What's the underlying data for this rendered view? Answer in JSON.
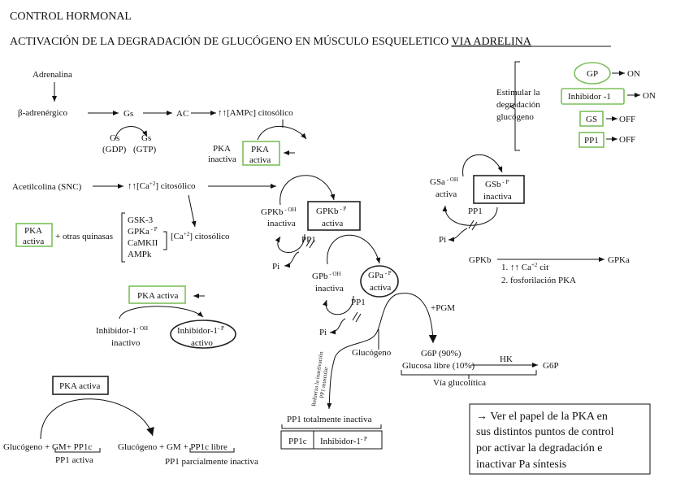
{
  "header": {
    "title": "CONTROL HORMONAL",
    "subtitle": "ACTIVACIÓN DE LA DEGRADACIÓN  DE GLUCÓGENO EN MÚSCULO ESQUELETICO ",
    "subtitle_link": "VIA ADRELINA"
  },
  "signal": {
    "adrenalina": "Adrenalina",
    "beta": "β-adrenérgico",
    "gs": "Gs",
    "ac": "AC",
    "ampc": "↑↑[AMPc] citosólico",
    "gs_gdp": [
      "Gs",
      "(GDP)"
    ],
    "gs_gtp": [
      "Gs",
      "(GTP)"
    ],
    "pka_inactiva": [
      "PKA",
      "inactiva"
    ],
    "pka_activa": [
      "PKA",
      "activa"
    ],
    "acetilcolina": "Acetilcolina (SNC)",
    "ca": "↑↑[Ca",
    "ca_sup": "+2",
    "ca_rest": "] citosólico"
  },
  "kinases": {
    "pka": [
      "PKA",
      "activa"
    ],
    "otras": "+ otras quinasas",
    "list": [
      "GSK-3",
      "GPKa",
      "CaMKII",
      "AMPk"
    ],
    "gpka_sup": " - P",
    "ca": "[Ca",
    "ca_sup": "+2",
    "ca_rest": "] citosólico"
  },
  "cascade": {
    "gpkb_oh": "GPKb",
    "oh_sup": " - OH",
    "p_sup": " - P",
    "inactiva": "inactiva",
    "activa": "activa",
    "gpkb_p": "GPKb",
    "pp1": "PP1",
    "pi": "Pi",
    "gpb_oh": "GPb",
    "gpa_p": "GPa",
    "pgm": "+PGM",
    "glucogeno": "Glucógeno",
    "rotated": [
      "Refuerza la inactivación",
      "PP1 muscular"
    ],
    "g6p": "G6P (90%)",
    "glucosa": "Glucosa libre (10%)",
    "hk": "HK",
    "g6p2": "G6P",
    "via": "Vía glucolítica",
    "pp1_total": "PP1 totalmente inactiva",
    "pp1c": "PP1c",
    "inhibidor": "Inhibidor-1",
    "inhibidor_sup": "- P"
  },
  "gs_cycle": {
    "gsa": "GSa",
    "gsa_sup": " - OH",
    "activa": "activa",
    "gsb": "GSb",
    "gsb_sup": " - P",
    "inactiva": "inactiva",
    "pp1": "PP1",
    "pi": "Pi"
  },
  "gpk": {
    "from": "GPKb",
    "to": "GPKa",
    "step1": "1.  ↑↑ Ca",
    "step1_sup": "+2",
    "step1_rest": " cit",
    "step2": "2.    fosforilación PKA"
  },
  "estimular": {
    "label": [
      "Estimular la",
      "degradación",
      "glucógeno"
    ],
    "items": [
      {
        "name": "GP",
        "result": "ON"
      },
      {
        "name": "Inhibidor -1",
        "result": "ON"
      },
      {
        "name": "GS",
        "result": "OFF"
      },
      {
        "name": "PP1",
        "result": "OFF"
      }
    ]
  },
  "inhibidor": {
    "pka": "PKA activa",
    "oh": "Inhibidor-1",
    "oh_sup": "- OH",
    "inactivo": "inactivo",
    "p": "Inhibidor-1",
    "p_sup": "- P",
    "activo": "activo"
  },
  "gm": {
    "pka": "PKA activa",
    "left": "Glucógeno + ",
    "left_complex": "GM+ PP1c",
    "left_label": "PP1 activa",
    "right": "Glucógeno + GM + ",
    "right_complex": "PP1c libre",
    "right_label": "PP1 parcialmente inactiva"
  },
  "note": [
    "→ Ver el papel de la PKA en",
    "sus distintos puntos de control",
    "por activar la degradación e",
    "inactivar Pa síntesis"
  ],
  "colors": {
    "green_box": "#7cbf5a",
    "black_box": "#222222"
  }
}
